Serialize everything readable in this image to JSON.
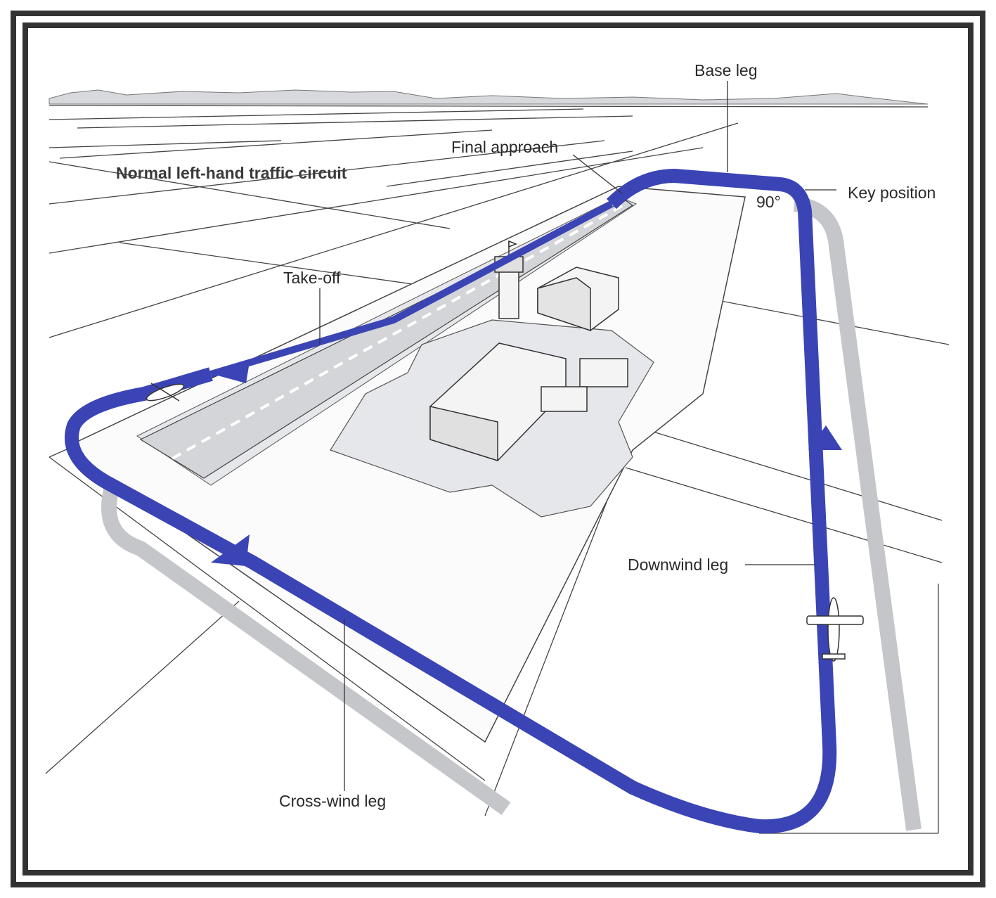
{
  "title": "Normal left-hand traffic circuit",
  "labels": {
    "base_leg": "Base leg",
    "final_approach": "Final approach",
    "key_position": "Key position",
    "angle": "90°",
    "take_off": "Take-off",
    "downwind_leg": "Downwind leg",
    "cross_wind_leg": "Cross-wind leg"
  },
  "colors": {
    "circuit": "#3a44b4",
    "shadow": "#c4c6ca",
    "frame": "#333333",
    "ground_area": "#e6e7ea",
    "lines": "#444444"
  }
}
